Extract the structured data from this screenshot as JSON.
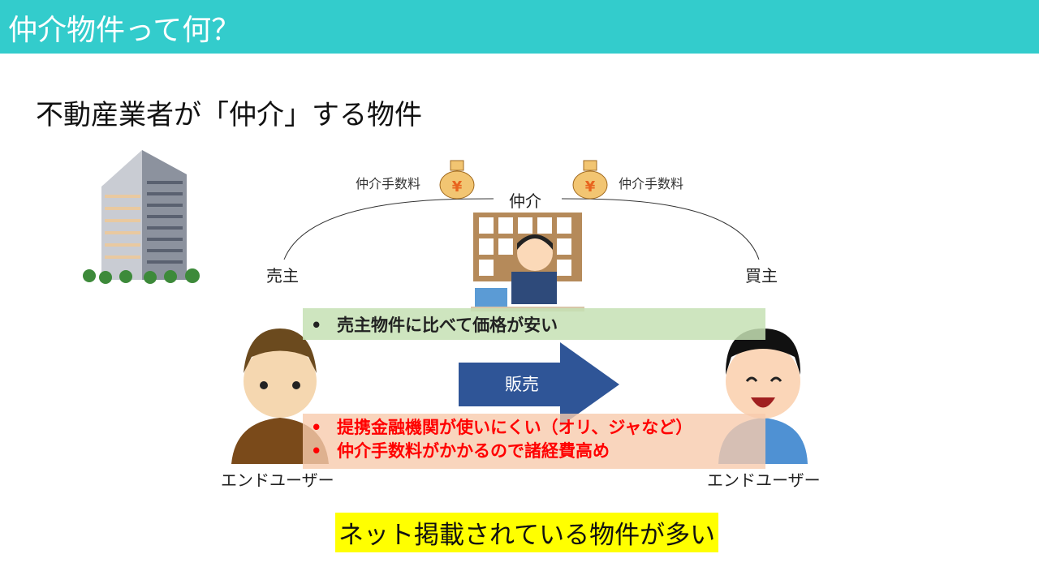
{
  "header": {
    "title": "仲介物件って何？"
  },
  "subtitle": "不動産業者が「仲介」する物件",
  "diagram": {
    "broker_label": "仲介",
    "seller_label": "売主",
    "buyer_label": "買主",
    "fee_left": "仲介手数料",
    "fee_right": "仲介手数料",
    "arrow_label": "販売",
    "end_user_left": "エンドユーザー",
    "end_user_right": "エンドユーザー"
  },
  "pros": [
    "売主物件に比べて価格が安い"
  ],
  "cons": [
    "提携金融機関が使いにくい（オリ、ジャなど）",
    "仲介手数料がかかるので諸経費高め"
  ],
  "note": "ネット掲載されている物件が多い",
  "colors": {
    "header": "#33cccc",
    "arrow": "#2f5597",
    "pros_bg": "#c5e0b4",
    "cons_bg": "#f8cbad",
    "note_bg": "#ffff00"
  }
}
